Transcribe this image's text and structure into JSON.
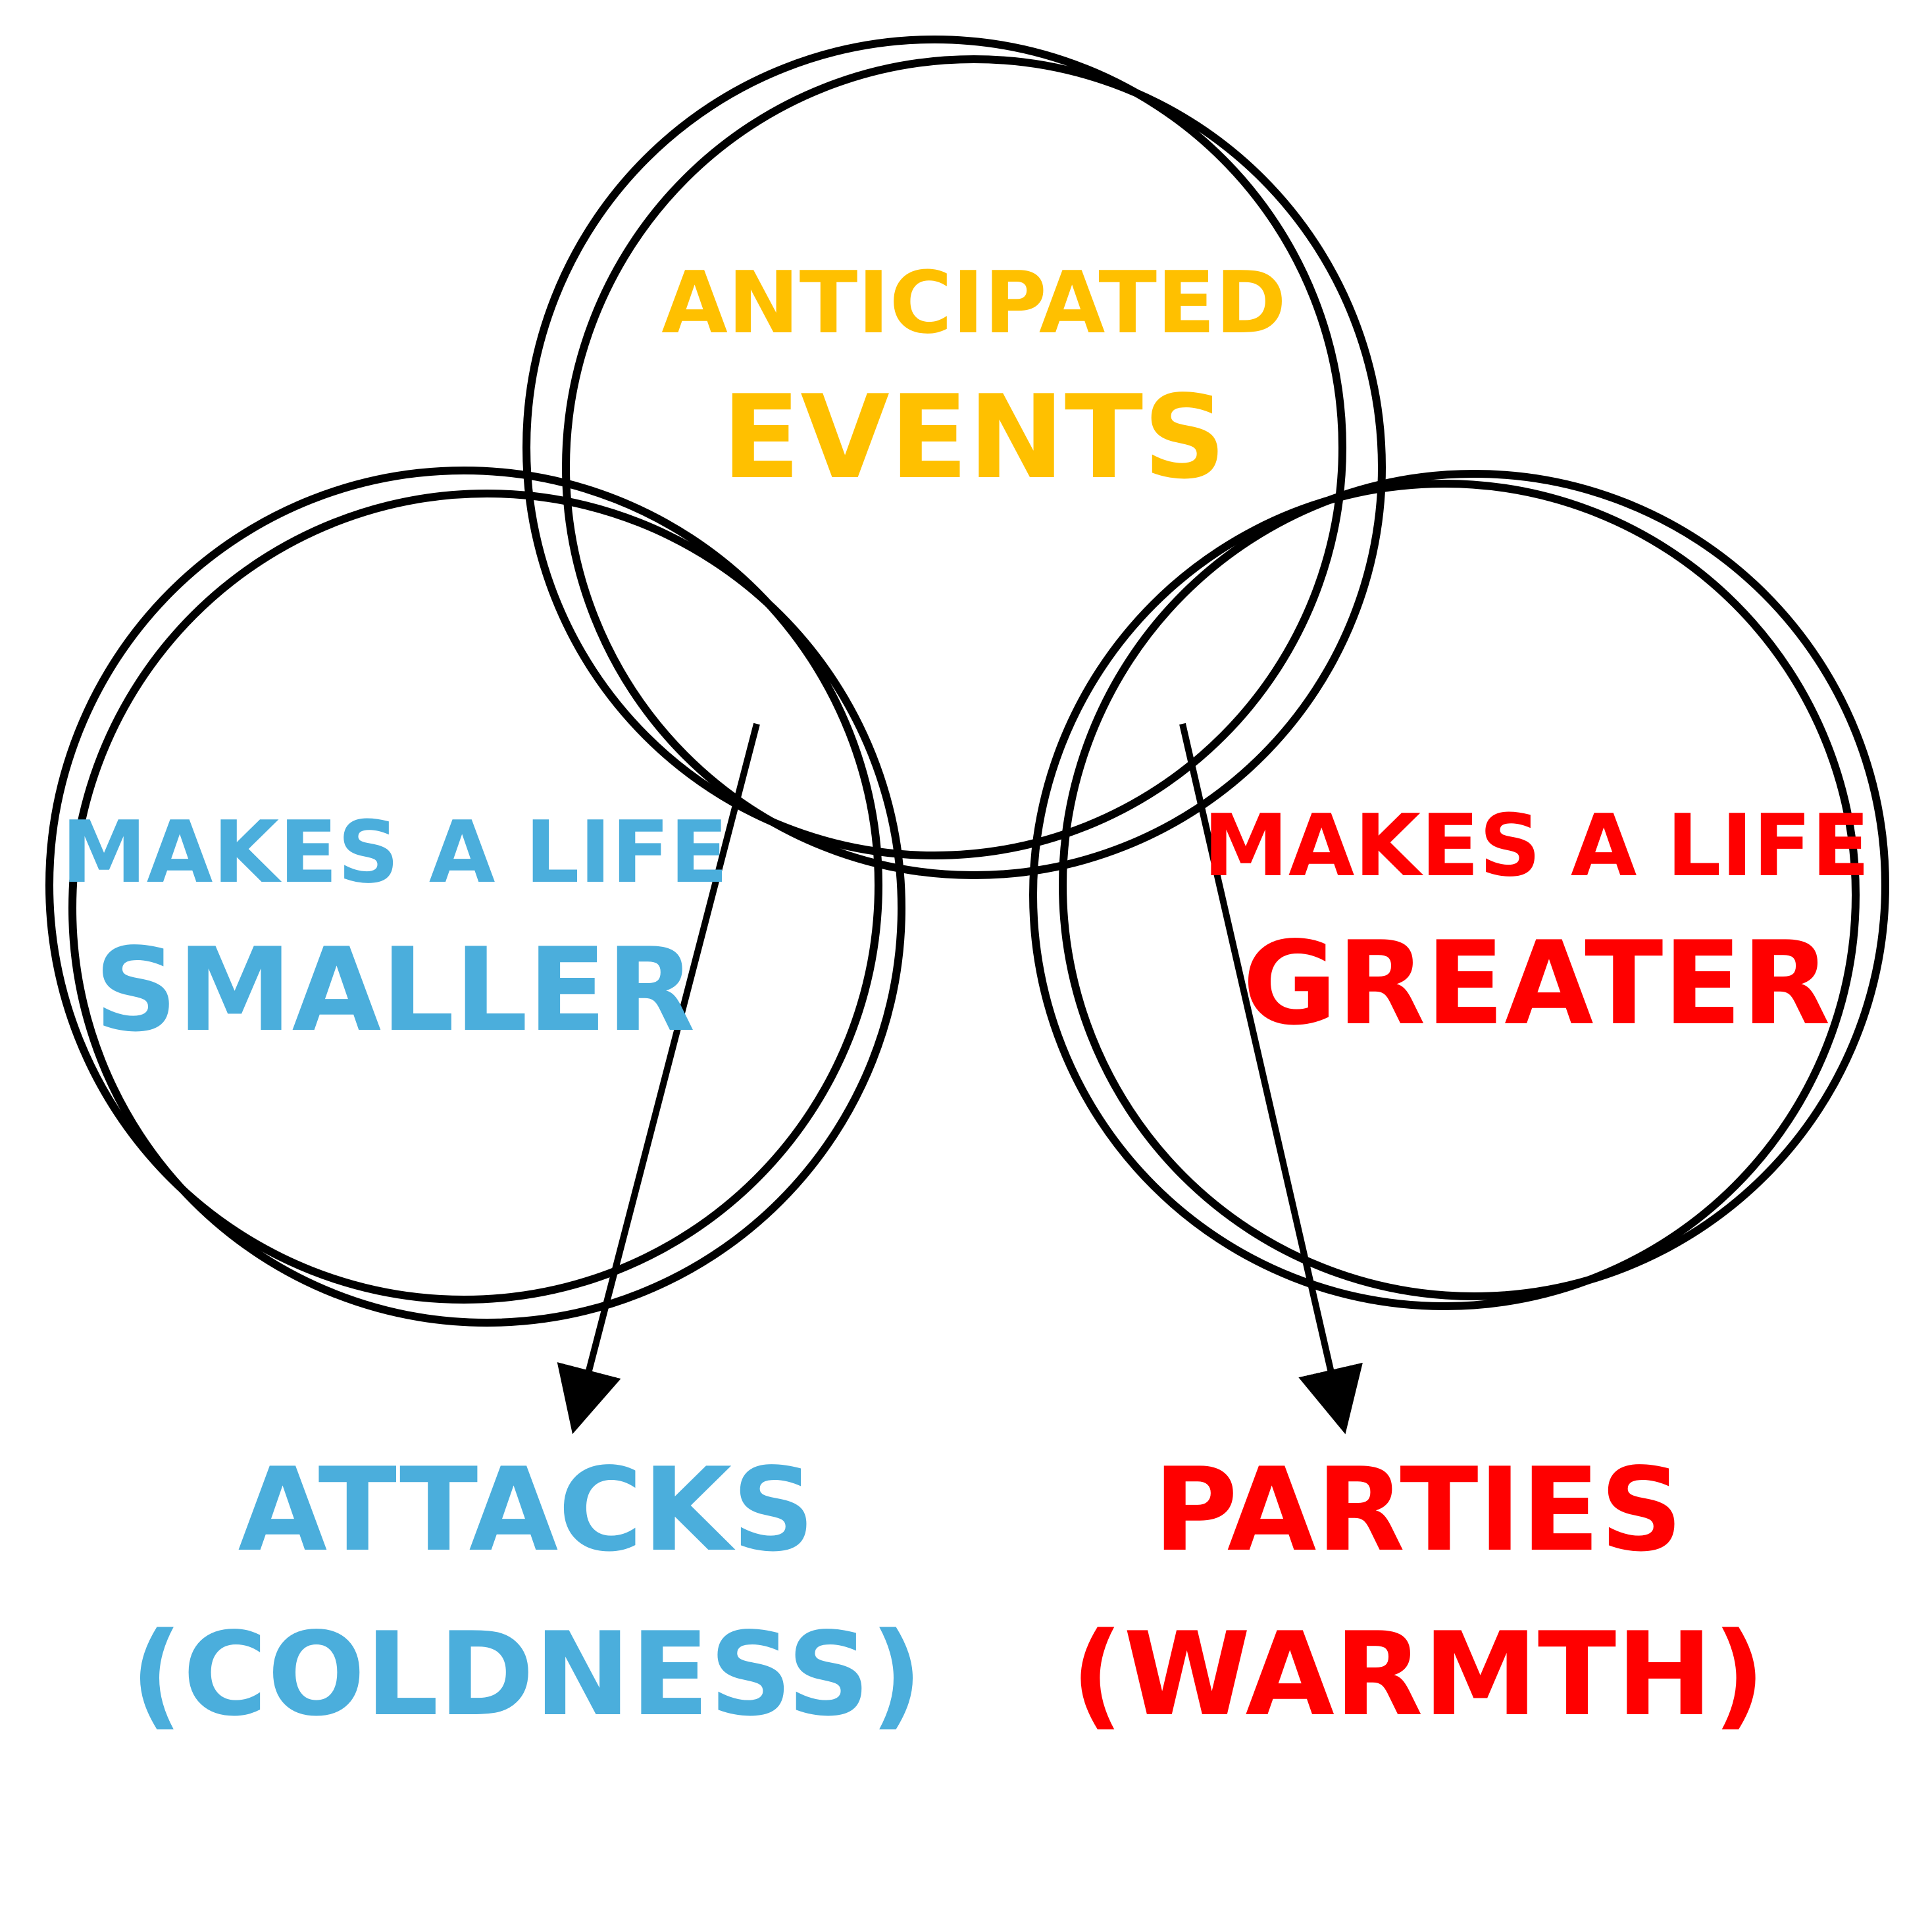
{
  "colors": {
    "top": "#FFC000",
    "left": "#4BAEDC",
    "right": "#FF0000",
    "outline": "#000000"
  },
  "circles": {
    "top": {
      "line1": "ANTICIPATED",
      "line2": "EVENTS"
    },
    "left": {
      "line1": "MAKES A LIFE",
      "line2": "SMALLER"
    },
    "right": {
      "line1": "MAKES A LIFE",
      "line2": "GREATER"
    }
  },
  "outcomes": {
    "left": {
      "line1": "ATTACKS",
      "line2": "(COLDNESS)"
    },
    "right": {
      "line1": "PARTIES",
      "line2": "(WARMTH)"
    }
  }
}
